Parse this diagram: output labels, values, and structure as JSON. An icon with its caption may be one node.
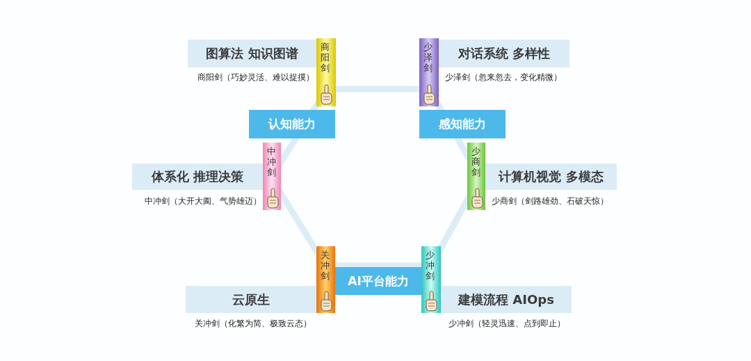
{
  "diagram": {
    "nodes": [
      {
        "text": [
          "图算法 知识图谱"
        ],
        "beside": [
          "商阳剑（巧妙灵活、难以捉摸）"
        ]
      },
      {
        "text": [
          "商阳剑"
        ]
      },
      {
        "text": [
          "少泽剑"
        ]
      },
      {
        "text": [
          "对话系统 多样性"
        ],
        "beside": [
          "少泽剑（忽来忽去，变化精微）"
        ]
      },
      {
        "text": [
          "认知能力"
        ]
      },
      {
        "text": [
          "感知能力"
        ]
      },
      {
        "text": [
          "中冲剑"
        ]
      },
      {
        "text": [
          "少商剑"
        ]
      },
      {
        "text": [
          "体系化 推理决策"
        ],
        "beside": [
          "中冲剑（大开大阖、气势雄迈）"
        ]
      },
      {
        "text": [
          "计算机视觉 多模态"
        ],
        "beside": [
          "少商剑（剑路雄劲、石破天惊）"
        ]
      },
      {
        "text": [
          "关冲剑"
        ]
      },
      {
        "text": [
          "AI平台能力"
        ]
      },
      {
        "text": [
          "少冲剑"
        ]
      },
      {
        "text": [
          "云原生"
        ],
        "beside": [
          "关冲剑（化繁为简、极致云态）"
        ]
      },
      {
        "text": [
          "建模流程 AIOps"
        ],
        "beside": [
          "少冲剑（轻灵迅速、点到即止）"
        ]
      }
    ]
  }
}
